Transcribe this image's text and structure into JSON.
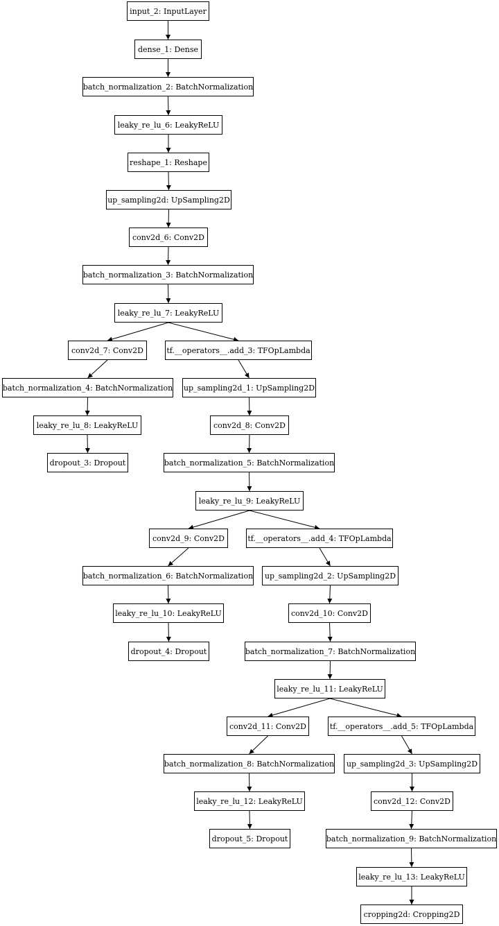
{
  "nodes": [
    {
      "id": "n1",
      "label": "input_2: InputLayer"
    },
    {
      "id": "n2",
      "label": "dense_1: Dense"
    },
    {
      "id": "n3",
      "label": "batch_normalization_2: BatchNormalization"
    },
    {
      "id": "n4",
      "label": "leaky_re_lu_6: LeakyReLU"
    },
    {
      "id": "n5",
      "label": "reshape_1: Reshape"
    },
    {
      "id": "n6",
      "label": "up_sampling2d: UpSampling2D"
    },
    {
      "id": "n7",
      "label": "conv2d_6: Conv2D"
    },
    {
      "id": "n8",
      "label": "batch_normalization_3: BatchNormalization"
    },
    {
      "id": "n9",
      "label": "leaky_re_lu_7: LeakyReLU"
    },
    {
      "id": "n10",
      "label": "conv2d_7: Conv2D"
    },
    {
      "id": "n11",
      "label": "tf.__operators__.add_3: TFOpLambda"
    },
    {
      "id": "n12",
      "label": "batch_normalization_4: BatchNormalization"
    },
    {
      "id": "n13",
      "label": "up_sampling2d_1: UpSampling2D"
    },
    {
      "id": "n14",
      "label": "leaky_re_lu_8: LeakyReLU"
    },
    {
      "id": "n15",
      "label": "conv2d_8: Conv2D"
    },
    {
      "id": "n16",
      "label": "dropout_3: Dropout"
    },
    {
      "id": "n17",
      "label": "batch_normalization_5: BatchNormalization"
    },
    {
      "id": "n18",
      "label": "leaky_re_lu_9: LeakyReLU"
    },
    {
      "id": "n19",
      "label": "conv2d_9: Conv2D"
    },
    {
      "id": "n20",
      "label": "tf.__operators__.add_4: TFOpLambda"
    },
    {
      "id": "n21",
      "label": "batch_normalization_6: BatchNormalization"
    },
    {
      "id": "n22",
      "label": "up_sampling2d_2: UpSampling2D"
    },
    {
      "id": "n23",
      "label": "leaky_re_lu_10: LeakyReLU"
    },
    {
      "id": "n24",
      "label": "conv2d_10: Conv2D"
    },
    {
      "id": "n25",
      "label": "dropout_4: Dropout"
    },
    {
      "id": "n26",
      "label": "batch_normalization_7: BatchNormalization"
    },
    {
      "id": "n27",
      "label": "leaky_re_lu_11: LeakyReLU"
    },
    {
      "id": "n28",
      "label": "conv2d_11: Conv2D"
    },
    {
      "id": "n29",
      "label": "tf.__operators__.add_5: TFOpLambda"
    },
    {
      "id": "n30",
      "label": "batch_normalization_8: BatchNormalization"
    },
    {
      "id": "n31",
      "label": "up_sampling2d_3: UpSampling2D"
    },
    {
      "id": "n32",
      "label": "leaky_re_lu_12: LeakyReLU"
    },
    {
      "id": "n33",
      "label": "conv2d_12: Conv2D"
    },
    {
      "id": "n34",
      "label": "dropout_5: Dropout"
    },
    {
      "id": "n35",
      "label": "batch_normalization_9: BatchNormalization"
    },
    {
      "id": "n36",
      "label": "leaky_re_lu_13: LeakyReLU"
    },
    {
      "id": "n37",
      "label": "cropping2d: Cropping2D"
    }
  ],
  "edges": [
    [
      "n1",
      "n2"
    ],
    [
      "n2",
      "n3"
    ],
    [
      "n3",
      "n4"
    ],
    [
      "n4",
      "n5"
    ],
    [
      "n5",
      "n6"
    ],
    [
      "n6",
      "n7"
    ],
    [
      "n7",
      "n8"
    ],
    [
      "n8",
      "n9"
    ],
    [
      "n9",
      "n10"
    ],
    [
      "n9",
      "n11"
    ],
    [
      "n10",
      "n12"
    ],
    [
      "n12",
      "n14"
    ],
    [
      "n14",
      "n16"
    ],
    [
      "n11",
      "n13"
    ],
    [
      "n13",
      "n15"
    ],
    [
      "n15",
      "n17"
    ],
    [
      "n17",
      "n18"
    ],
    [
      "n18",
      "n19"
    ],
    [
      "n18",
      "n20"
    ],
    [
      "n19",
      "n21"
    ],
    [
      "n21",
      "n23"
    ],
    [
      "n23",
      "n25"
    ],
    [
      "n20",
      "n22"
    ],
    [
      "n22",
      "n24"
    ],
    [
      "n24",
      "n26"
    ],
    [
      "n26",
      "n27"
    ],
    [
      "n27",
      "n28"
    ],
    [
      "n27",
      "n29"
    ],
    [
      "n28",
      "n30"
    ],
    [
      "n30",
      "n32"
    ],
    [
      "n32",
      "n34"
    ],
    [
      "n29",
      "n31"
    ],
    [
      "n31",
      "n33"
    ],
    [
      "n33",
      "n35"
    ],
    [
      "n35",
      "n36"
    ],
    [
      "n36",
      "n37"
    ]
  ]
}
